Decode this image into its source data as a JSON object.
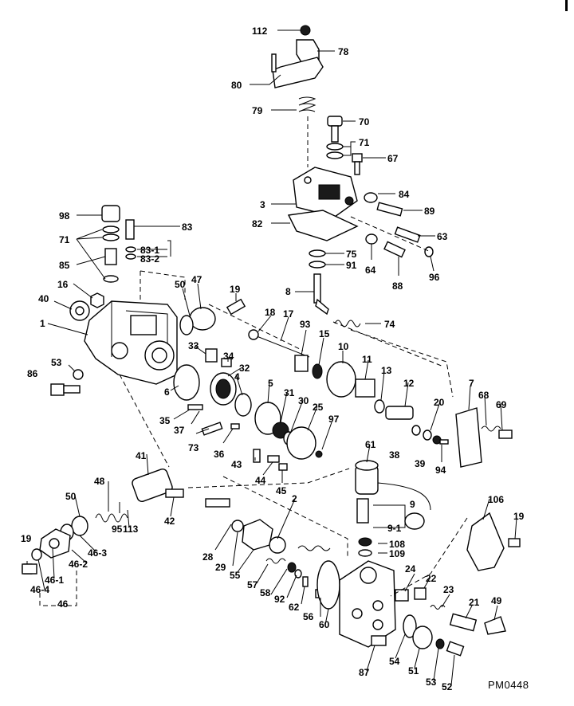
{
  "page_code": "PM0448",
  "callouts": [
    {
      "id": "c112",
      "text": "112"
    },
    {
      "id": "c78",
      "text": "78"
    },
    {
      "id": "c80",
      "text": "80"
    },
    {
      "id": "c79",
      "text": "79"
    },
    {
      "id": "c70",
      "text": "70"
    },
    {
      "id": "c71a",
      "text": "71"
    },
    {
      "id": "c67",
      "text": "67"
    },
    {
      "id": "c3",
      "text": "3"
    },
    {
      "id": "c84",
      "text": "84"
    },
    {
      "id": "c89",
      "text": "89"
    },
    {
      "id": "c82",
      "text": "82"
    },
    {
      "id": "c63",
      "text": "63"
    },
    {
      "id": "c75",
      "text": "75"
    },
    {
      "id": "c64",
      "text": "64"
    },
    {
      "id": "c88",
      "text": "88"
    },
    {
      "id": "c91",
      "text": "91"
    },
    {
      "id": "c96",
      "text": "96"
    },
    {
      "id": "c98",
      "text": "98"
    },
    {
      "id": "c83",
      "text": "83"
    },
    {
      "id": "c71b",
      "text": "71"
    },
    {
      "id": "c83_1",
      "text": "83-1"
    },
    {
      "id": "c83_2",
      "text": "83-2"
    },
    {
      "id": "c85",
      "text": "85"
    },
    {
      "id": "c16",
      "text": "16"
    },
    {
      "id": "c40",
      "text": "40"
    },
    {
      "id": "c50a",
      "text": "50"
    },
    {
      "id": "c47",
      "text": "47"
    },
    {
      "id": "c19a",
      "text": "19"
    },
    {
      "id": "c8",
      "text": "8"
    },
    {
      "id": "c18",
      "text": "18"
    },
    {
      "id": "c17",
      "text": "17"
    },
    {
      "id": "c93",
      "text": "93"
    },
    {
      "id": "c74",
      "text": "74"
    },
    {
      "id": "c1",
      "text": "1"
    },
    {
      "id": "c15",
      "text": "15"
    },
    {
      "id": "c10",
      "text": "10"
    },
    {
      "id": "c33",
      "text": "33"
    },
    {
      "id": "c34",
      "text": "34"
    },
    {
      "id": "c11",
      "text": "11"
    },
    {
      "id": "c53a",
      "text": "53"
    },
    {
      "id": "c32",
      "text": "32"
    },
    {
      "id": "c13",
      "text": "13"
    },
    {
      "id": "c7",
      "text": "7"
    },
    {
      "id": "c86",
      "text": "86"
    },
    {
      "id": "c4",
      "text": "4"
    },
    {
      "id": "c5",
      "text": "5"
    },
    {
      "id": "c12",
      "text": "12"
    },
    {
      "id": "c68",
      "text": "68"
    },
    {
      "id": "c69",
      "text": "69"
    },
    {
      "id": "c6",
      "text": "6"
    },
    {
      "id": "c31",
      "text": "31"
    },
    {
      "id": "c20",
      "text": "20"
    },
    {
      "id": "c30",
      "text": "30"
    },
    {
      "id": "c25",
      "text": "25"
    },
    {
      "id": "c35",
      "text": "35"
    },
    {
      "id": "c37",
      "text": "37"
    },
    {
      "id": "c97",
      "text": "97"
    },
    {
      "id": "c38",
      "text": "38"
    },
    {
      "id": "c39",
      "text": "39"
    },
    {
      "id": "c73",
      "text": "73"
    },
    {
      "id": "c36",
      "text": "36"
    },
    {
      "id": "c94",
      "text": "94"
    },
    {
      "id": "c61",
      "text": "61"
    },
    {
      "id": "c41",
      "text": "41"
    },
    {
      "id": "c43",
      "text": "43"
    },
    {
      "id": "c44",
      "text": "44"
    },
    {
      "id": "c45",
      "text": "45"
    },
    {
      "id": "c48",
      "text": "48"
    },
    {
      "id": "c2",
      "text": "2"
    },
    {
      "id": "c50b",
      "text": "50"
    },
    {
      "id": "c42",
      "text": "42"
    },
    {
      "id": "c9",
      "text": "9"
    },
    {
      "id": "c106",
      "text": "106"
    },
    {
      "id": "c95",
      "text": "95"
    },
    {
      "id": "c113",
      "text": "113"
    },
    {
      "id": "c19b",
      "text": "19"
    },
    {
      "id": "c9_1",
      "text": "9-1"
    },
    {
      "id": "c46_3",
      "text": "46-3"
    },
    {
      "id": "c108",
      "text": "108"
    },
    {
      "id": "c19c",
      "text": "19"
    },
    {
      "id": "c109",
      "text": "109"
    },
    {
      "id": "c28",
      "text": "28"
    },
    {
      "id": "c29",
      "text": "29"
    },
    {
      "id": "c46_2",
      "text": "46-2"
    },
    {
      "id": "c24",
      "text": "24"
    },
    {
      "id": "c55",
      "text": "55"
    },
    {
      "id": "c22",
      "text": "22"
    },
    {
      "id": "c23",
      "text": "23"
    },
    {
      "id": "c57",
      "text": "57"
    },
    {
      "id": "c46_1",
      "text": "46-1"
    },
    {
      "id": "c58",
      "text": "58"
    },
    {
      "id": "c46_4",
      "text": "46-4"
    },
    {
      "id": "c92",
      "text": "92"
    },
    {
      "id": "c62",
      "text": "62"
    },
    {
      "id": "c21",
      "text": "21"
    },
    {
      "id": "c49",
      "text": "49"
    },
    {
      "id": "c56",
      "text": "56"
    },
    {
      "id": "c46",
      "text": "46"
    },
    {
      "id": "c60",
      "text": "60"
    },
    {
      "id": "c54",
      "text": "54"
    },
    {
      "id": "c87",
      "text": "87"
    },
    {
      "id": "c51",
      "text": "51"
    },
    {
      "id": "c53b",
      "text": "53"
    },
    {
      "id": "c52",
      "text": "52"
    }
  ]
}
